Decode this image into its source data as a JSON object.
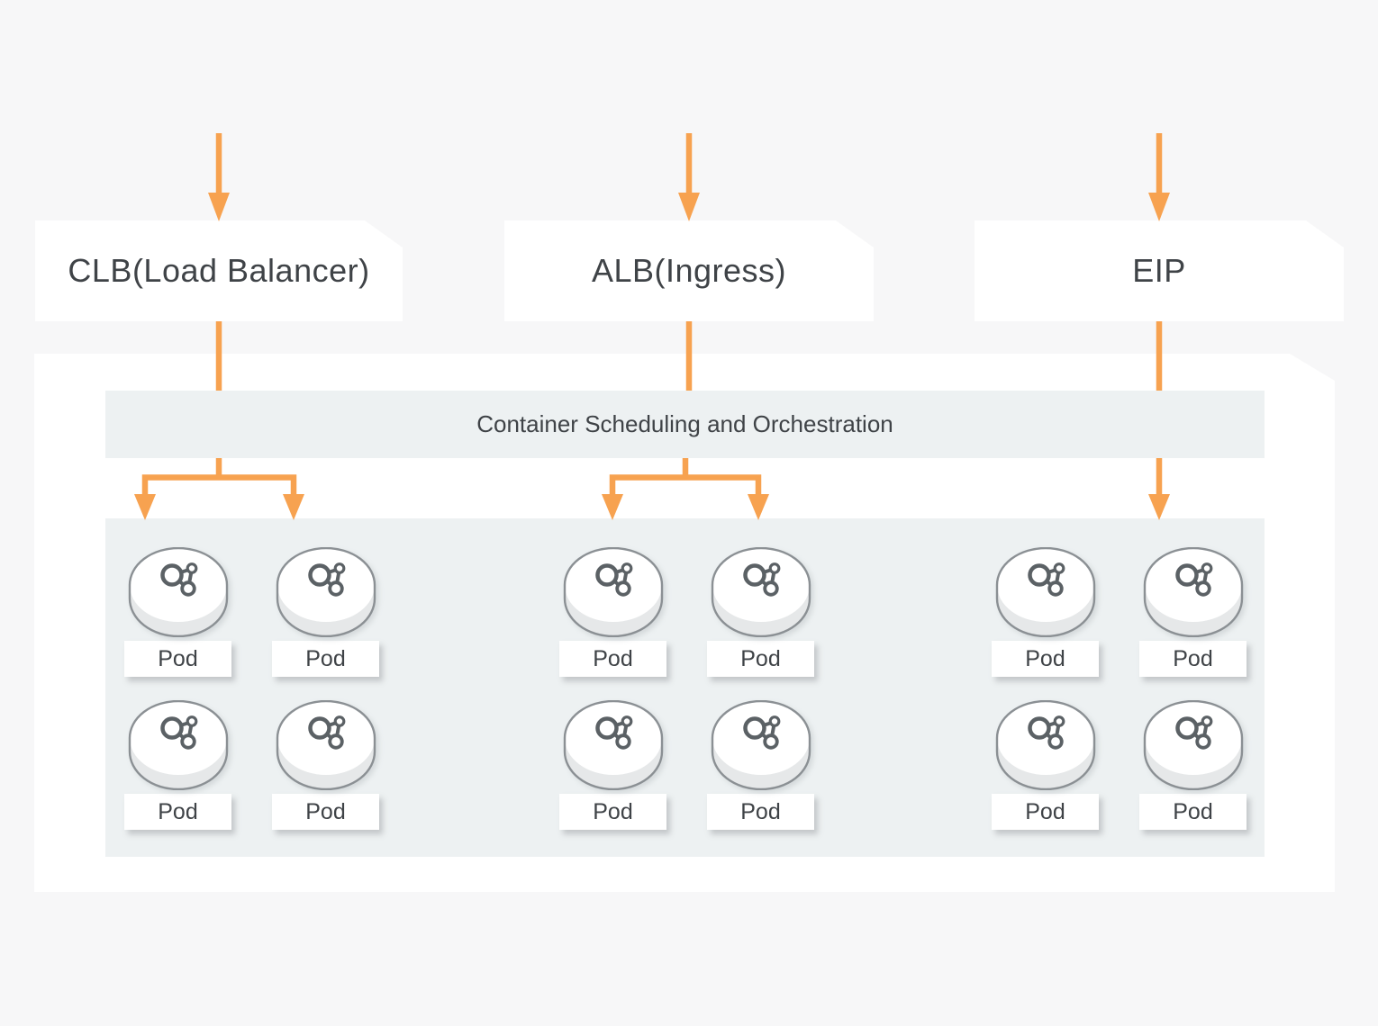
{
  "colors": {
    "background": "#f7f7f8",
    "surface": "#ffffff",
    "panel": "#edf1f2",
    "arrow": "#f7a250",
    "text": "#3f4347",
    "disk_outline": "#8b9094",
    "glyph": "#5b6165"
  },
  "external_boxes": [
    {
      "id": "clb",
      "label": "CLB(Load Balancer)"
    },
    {
      "id": "alb",
      "label": "ALB(Ingress)"
    },
    {
      "id": "eip",
      "label": "EIP"
    }
  ],
  "banner_label": "Container Scheduling and Orchestration",
  "pod_groups": [
    {
      "id": "clb-group",
      "pods": [
        "Pod",
        "Pod",
        "Pod",
        "Pod"
      ]
    },
    {
      "id": "alb-group",
      "pods": [
        "Pod",
        "Pod",
        "Pod",
        "Pod"
      ]
    },
    {
      "id": "eip-group",
      "pods": [
        "Pod",
        "Pod",
        "Pod",
        "Pod"
      ]
    }
  ]
}
